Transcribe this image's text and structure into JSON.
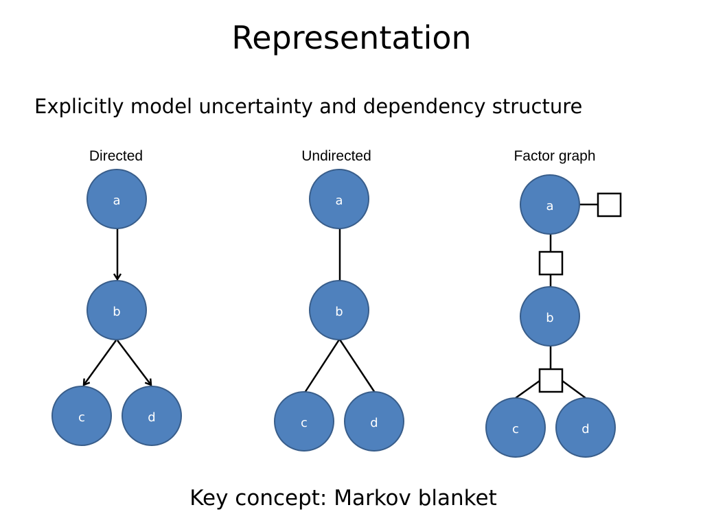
{
  "slide": {
    "title": "Representation",
    "subtitle": "Explicitly model uncertainty and dependency structure",
    "footer": "Key concept: Markov blanket"
  },
  "colors": {
    "node_fill": "#4f81bd",
    "node_stroke": "#385d8a",
    "edge": "#000000",
    "factor_fill": "#ffffff"
  },
  "diagrams": [
    {
      "label": "Directed",
      "nodes": [
        "a",
        "b",
        "c",
        "d"
      ],
      "edges": [
        [
          "a",
          "b"
        ],
        [
          "b",
          "c"
        ],
        [
          "b",
          "d"
        ]
      ],
      "edge_type": "arrow"
    },
    {
      "label": "Undirected",
      "nodes": [
        "a",
        "b",
        "c",
        "d"
      ],
      "edges": [
        [
          "a",
          "b"
        ],
        [
          "b",
          "c"
        ],
        [
          "b",
          "d"
        ]
      ],
      "edge_type": "line"
    },
    {
      "label": "Factor graph",
      "nodes": [
        "a",
        "b",
        "c",
        "d"
      ],
      "factors": [
        [
          "a"
        ],
        [
          "a",
          "b"
        ],
        [
          "b",
          "c",
          "d"
        ]
      ],
      "edge_type": "factor"
    }
  ]
}
